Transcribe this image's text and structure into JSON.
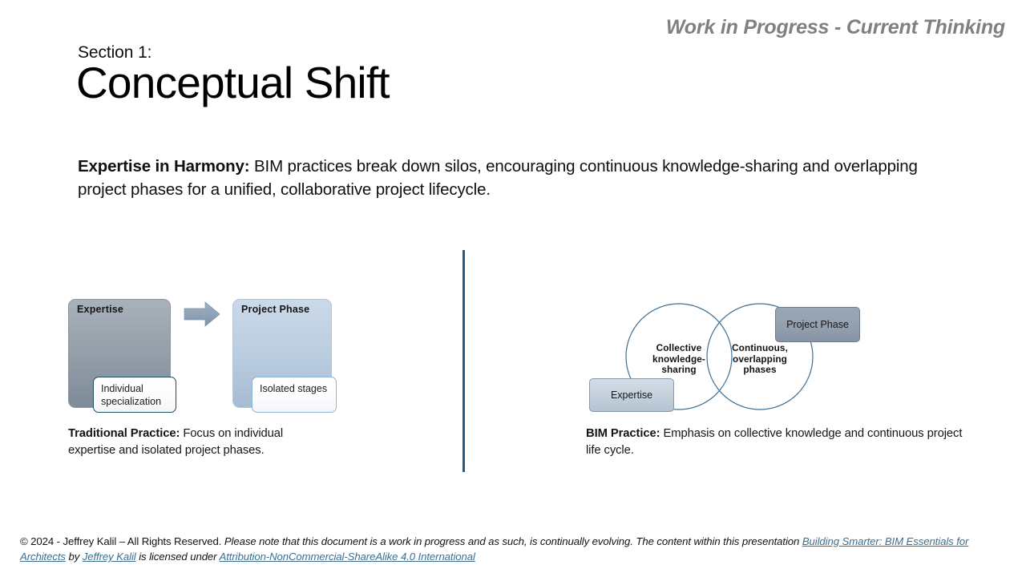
{
  "header": {
    "wip_banner": "Work in Progress - Current Thinking",
    "eyebrow": "Section 1:",
    "title": "Conceptual Shift"
  },
  "lead": {
    "bold_prefix": "Expertise in Harmony:",
    "body": " BIM practices break down silos, encouraging continuous knowledge-sharing and overlapping project phases for a unified, collaborative project lifecycle."
  },
  "colors": {
    "divider": "#1f5c8b",
    "circle_stroke": "#3d6e91",
    "arrow_fill": "#8da0b5",
    "link": "#3c6e8f",
    "wip_text": "#808080"
  },
  "diagram_left": {
    "box_expertise_label": "Expertise",
    "box_projectphase_label": "Project  Phase",
    "callout_individual": "Individual specialization",
    "callout_isolated": "Isolated stages",
    "arrow_name": "right-arrow"
  },
  "diagram_right": {
    "circle_left_label": "Collective knowledge-sharing",
    "circle_right_label": "Continuous, overlapping phases",
    "pill_expertise": "Expertise",
    "pill_projectphase": "Project Phase"
  },
  "captions": {
    "left_bold": "Traditional Practice:",
    "left_body": " Focus on individual expertise and isolated project phases.",
    "right_bold": "BIM Practice:",
    "right_body": " Emphasis on collective knowledge and continuous project life cycle."
  },
  "footer": {
    "copyright": "© 2024 - Jeffrey Kalil – All Rights Reserved. ",
    "notice": "Please note that this document is a work in progress and as such, is continually evolving. The content within this presentation ",
    "link_work": "Building Smarter: BIM Essentials for Architects",
    "by_word": " by ",
    "link_author": "Jeffrey Kalil",
    "licensed_text": " is licensed under ",
    "link_license": "Attribution-NonCommercial-ShareAlike 4.0 International"
  }
}
